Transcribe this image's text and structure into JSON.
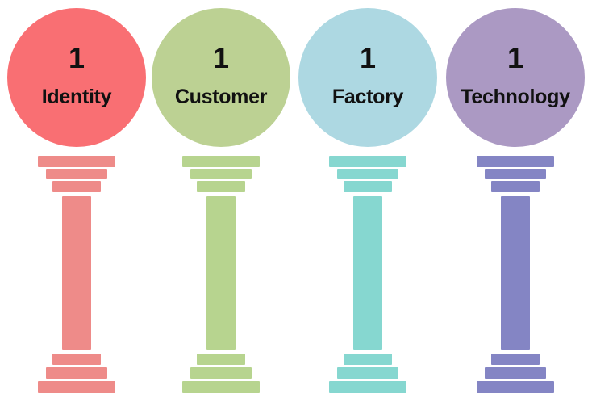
{
  "pillars": [
    {
      "number": "1",
      "label": "Identity",
      "circle_color": "#f96f73",
      "pillar_color": "#ee8b89"
    },
    {
      "number": "1",
      "label": "Customer",
      "circle_color": "#bcd193",
      "pillar_color": "#b7d48f"
    },
    {
      "number": "1",
      "label": "Factory",
      "circle_color": "#add8e2",
      "pillar_color": "#86d7d0"
    },
    {
      "number": "1",
      "label": "Technology",
      "circle_color": "#ab99c3",
      "pillar_color": "#8485c4"
    }
  ]
}
